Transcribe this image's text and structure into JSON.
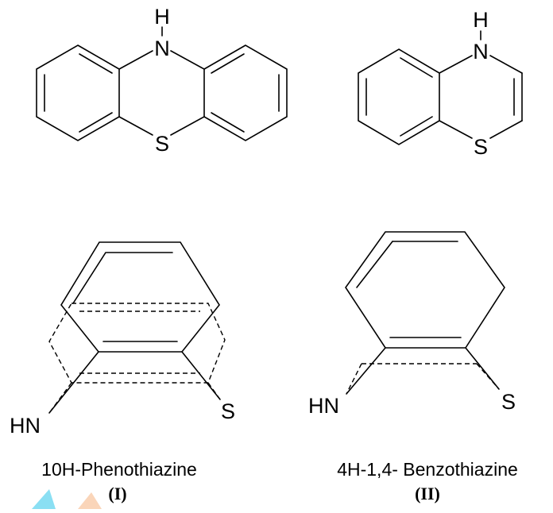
{
  "structures": [
    {
      "id": "phenothiazine-flat",
      "atoms": {
        "nitrogen_h": "H",
        "nitrogen": "N",
        "sulfur": "S"
      }
    },
    {
      "id": "benzothiazine-flat",
      "atoms": {
        "nitrogen_h": "H",
        "nitrogen": "N",
        "sulfur": "S"
      }
    },
    {
      "id": "phenothiazine-folded",
      "atoms": {
        "amine": "HN",
        "sulfur": "S"
      },
      "name": "10H-Phenothiazine",
      "numeral": "(I)"
    },
    {
      "id": "benzothiazine-folded",
      "atoms": {
        "amine": "HN",
        "sulfur": "S"
      },
      "name": "4H-1,4- Benzothiazine",
      "numeral": "(II)"
    }
  ],
  "colors": {
    "ink": "#000000",
    "background": "#ffffff",
    "watermark_cyan": "#29c4ea",
    "watermark_orange": "#f7b98a"
  }
}
